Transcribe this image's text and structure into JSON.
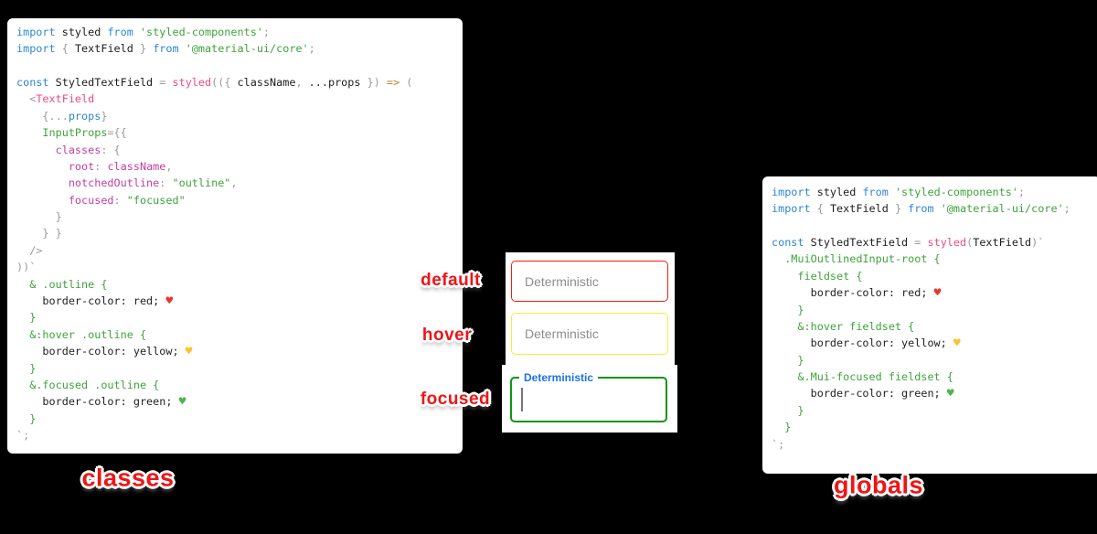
{
  "canvas": {
    "background": "#000000"
  },
  "code_panels": {
    "classes": {
      "caption": "classes",
      "lines": [
        [
          [
            "blue",
            "import "
          ],
          [
            "blk",
            "styled "
          ],
          [
            "blue",
            "from "
          ],
          [
            "grn",
            "'styled-components'"
          ],
          [
            "gry",
            ";"
          ]
        ],
        [
          [
            "blue",
            "import "
          ],
          [
            "gry",
            "{ "
          ],
          [
            "blk",
            "TextField "
          ],
          [
            "gry",
            "} "
          ],
          [
            "blue",
            "from "
          ],
          [
            "grn",
            "'@material-ui/core'"
          ],
          [
            "gry",
            ";"
          ]
        ],
        [],
        [
          [
            "blue",
            "const "
          ],
          [
            "blk",
            "StyledTextField "
          ],
          [
            "gry",
            "= "
          ],
          [
            "pnk",
            "styled"
          ],
          [
            "gry",
            "(({ "
          ],
          [
            "blk",
            "className"
          ],
          [
            "gry",
            ", "
          ],
          [
            "blk",
            "...props "
          ],
          [
            "gry",
            "}) "
          ],
          [
            "org",
            "=> "
          ],
          [
            "gry",
            "("
          ]
        ],
        [
          [
            "gry",
            "  <"
          ],
          [
            "pnk",
            "TextField"
          ]
        ],
        [
          [
            "gry",
            "    {..."
          ],
          [
            "blue",
            "props"
          ],
          [
            "gry",
            "}"
          ]
        ],
        [
          [
            "grn",
            "    InputProps"
          ],
          [
            "gry",
            "={{"
          ]
        ],
        [
          [
            "mag",
            "      classes"
          ],
          [
            "gry",
            ": {"
          ]
        ],
        [
          [
            "mag",
            "        root"
          ],
          [
            "gry",
            ": "
          ],
          [
            "mag",
            "className"
          ],
          [
            "gry",
            ","
          ]
        ],
        [
          [
            "mag",
            "        notchedOutline"
          ],
          [
            "gry",
            ": "
          ],
          [
            "grn",
            "\"outline\""
          ],
          [
            "gry",
            ","
          ]
        ],
        [
          [
            "mag",
            "        focused"
          ],
          [
            "gry",
            ": "
          ],
          [
            "grn",
            "\"focused\""
          ]
        ],
        [
          [
            "gry",
            "      }"
          ]
        ],
        [
          [
            "gry",
            "    } }"
          ]
        ],
        [
          [
            "gry",
            "  />"
          ]
        ],
        [
          [
            "gry",
            "))`"
          ]
        ],
        [
          [
            "grn",
            "  & .outline {"
          ]
        ],
        [
          [
            "drk",
            "    border-color: red; "
          ],
          [
            "hr",
            "♥"
          ]
        ],
        [
          [
            "grn",
            "  }"
          ]
        ],
        [
          [
            "grn",
            "  &:hover .outline {"
          ]
        ],
        [
          [
            "drk",
            "    border-color: yellow; "
          ],
          [
            "hy",
            "♥"
          ]
        ],
        [
          [
            "grn",
            "  }"
          ]
        ],
        [
          [
            "grn",
            "  &.focused .outline {"
          ]
        ],
        [
          [
            "drk",
            "    border-color: green; "
          ],
          [
            "hg",
            "♥"
          ]
        ],
        [
          [
            "grn",
            "  }"
          ]
        ],
        [
          [
            "gry",
            "`;"
          ]
        ]
      ]
    },
    "globals": {
      "caption": "globals",
      "lines": [
        [
          [
            "blue",
            "import "
          ],
          [
            "blk",
            "styled "
          ],
          [
            "blue",
            "from "
          ],
          [
            "grn",
            "'styled-components'"
          ],
          [
            "gry",
            ";"
          ]
        ],
        [
          [
            "blue",
            "import "
          ],
          [
            "gry",
            "{ "
          ],
          [
            "blk",
            "TextField "
          ],
          [
            "gry",
            "} "
          ],
          [
            "blue",
            "from "
          ],
          [
            "grn",
            "'@material-ui/core'"
          ],
          [
            "gry",
            ";"
          ]
        ],
        [],
        [
          [
            "blue",
            "const "
          ],
          [
            "blk",
            "StyledTextField "
          ],
          [
            "gry",
            "= "
          ],
          [
            "pnk",
            "styled"
          ],
          [
            "gry",
            "("
          ],
          [
            "blk",
            "TextField"
          ],
          [
            "gry",
            ")`"
          ]
        ],
        [
          [
            "grn",
            "  .MuiOutlinedInput-root {"
          ]
        ],
        [
          [
            "grn",
            "    fieldset {"
          ]
        ],
        [
          [
            "drk",
            "      border-color: red; "
          ],
          [
            "hr",
            "♥"
          ]
        ],
        [
          [
            "grn",
            "    }"
          ]
        ],
        [
          [
            "grn",
            "    &:hover fieldset {"
          ]
        ],
        [
          [
            "drk",
            "      border-color: yellow; "
          ],
          [
            "hy",
            "♥"
          ]
        ],
        [
          [
            "grn",
            "    }"
          ]
        ],
        [
          [
            "grn",
            "    &.Mui-focused fieldset {"
          ]
        ],
        [
          [
            "drk",
            "      border-color: green; "
          ],
          [
            "hg",
            "♥"
          ]
        ],
        [
          [
            "grn",
            "    }"
          ]
        ],
        [
          [
            "grn",
            "  }"
          ]
        ],
        [
          [
            "gry",
            "`;"
          ]
        ]
      ]
    }
  },
  "textfields": {
    "default": {
      "state_label": "default",
      "placeholder": "Deterministic",
      "border_color": "#fa1a10"
    },
    "hover": {
      "state_label": "hover",
      "placeholder": "Deterministic",
      "border_color": "#fde93b"
    },
    "focused": {
      "state_label": "focused",
      "label": "Deterministic",
      "border_color": "#129412",
      "label_color": "#1a73e8"
    }
  },
  "colors": {
    "keyword_blue": "#2e86d2",
    "string_green": "#3fa33c",
    "function_pink": "#ed4a87",
    "object_key_magenta": "#c23f9e",
    "punctuation_gray": "#9a9a9a",
    "arrow_orange": "#c57f2c",
    "sticker_red": "#ee1515",
    "placeholder_gray": "#8e8e8e",
    "heart_red": "#e8362a",
    "heart_yellow": "#f9c22b",
    "heart_green": "#4cb648"
  }
}
